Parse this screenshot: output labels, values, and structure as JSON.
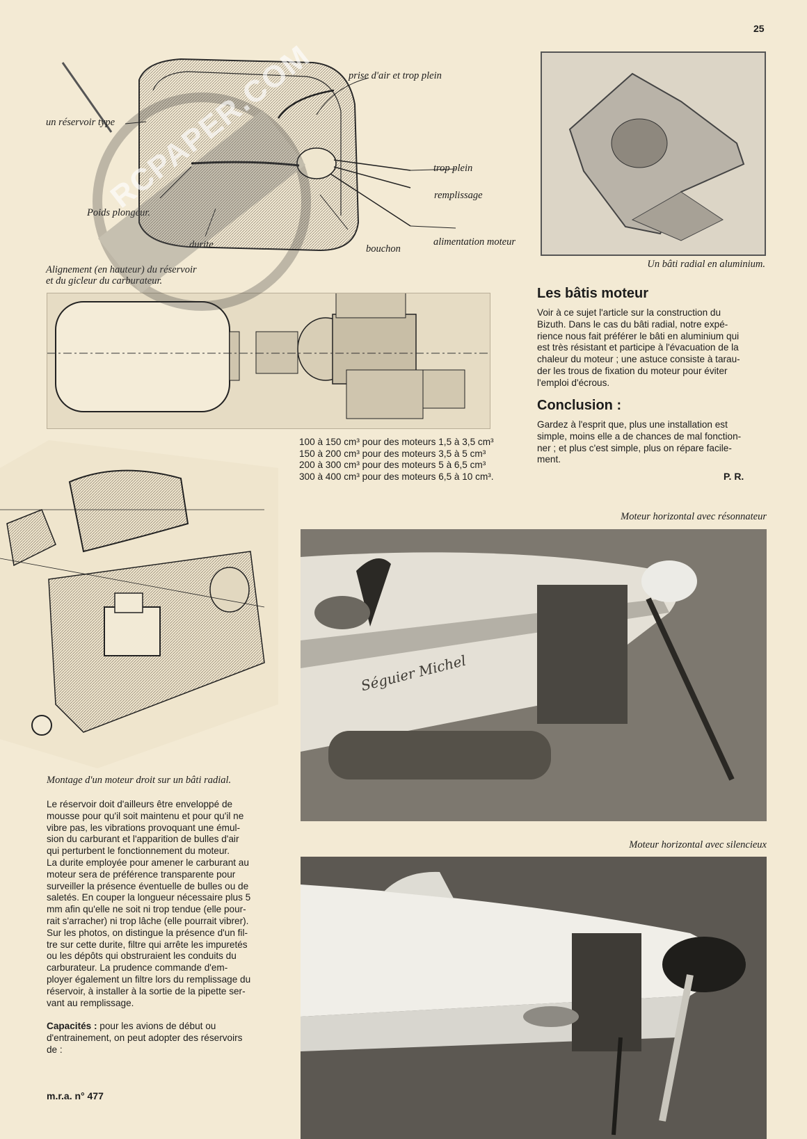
{
  "page": {
    "number": "25",
    "footer": "m.r.a. n° 477"
  },
  "tank_diagram": {
    "labels": {
      "reservoir_type": "un réservoir type",
      "air_intake": "prise d'air et trop plein",
      "overflow": "trop plein",
      "filling": "remplissage",
      "plunger_weight": "Poids plongeur.",
      "hose": "durite",
      "cap": "bouchon",
      "engine_feed": "alimentation moteur"
    },
    "alignment_caption_line1": "Alignement (en hauteur) du réservoir",
    "alignment_caption_line2": "et du gicleur du carburateur."
  },
  "photo_mount": {
    "caption": "Un bâti radial en aluminium."
  },
  "section_mounts": {
    "title": "Les bâtis moteur",
    "lines": [
      "Voir à ce sujet l'article sur la construction du",
      "Bizuth. Dans le cas du bâti radial, notre expé-",
      "rience nous fait préférer le bâti en aluminium qui",
      "est très résistant et participe à l'évacuation de la",
      "chaleur du moteur ; une astuce consiste à tarau-",
      "der les trous de fixation du moteur pour éviter",
      "l'emploi d'écrous."
    ]
  },
  "section_conclusion": {
    "title": "Conclusion :",
    "lines": [
      "Gardez à l'esprit que, plus une installation est",
      "simple, moins elle a de chances de mal fonction-",
      "ner ; et plus c'est simple, plus on répare facile-",
      "ment."
    ],
    "signature": "P. R."
  },
  "capacities_list": [
    "100 à 150 cm³ pour des moteurs 1,5 à 3,5 cm³",
    "150 à 200 cm³ pour des moteurs 3,5 à 5 cm³",
    "200 à 300 cm³ pour des moteurs 5 à 6,5 cm³",
    "300 à 400 cm³ pour des moteurs 6,5 à 10 cm³."
  ],
  "radial_drawing": {
    "caption": "Montage d'un moteur droit sur un bâti radial."
  },
  "photo_resonator": {
    "caption": "Moteur horizontal avec résonnateur",
    "signature_text": "Séguier Michel"
  },
  "photo_silencer": {
    "caption": "Moteur horizontal avec silencieux"
  },
  "watermark": {
    "text": "RCPAPER.COM"
  },
  "body": {
    "lines": [
      "Le réservoir doit d'ailleurs être enveloppé de",
      "mousse pour qu'il soit maintenu et pour qu'il ne",
      "vibre pas, les vibrations provoquant une émul-",
      "sion du carburant et l'apparition de bulles d'air",
      "qui perturbent le fonctionnement du moteur.",
      "La durite employée pour amener le carburant au",
      "moteur sera de préférence transparente pour",
      "surveiller la présence éventuelle de bulles ou de",
      "saletés. En couper la longueur nécessaire plus 5",
      "mm afin qu'elle ne soit ni trop tendue (elle pour-",
      "rait s'arracher) ni trop lâche (elle pourrait vibrer).",
      "Sur les photos, on distingue la présence d'un fil-",
      "tre sur cette durite, filtre qui arrête les impuretés",
      "ou les dépôts qui obstruraient les conduits du",
      "carburateur. La prudence commande d'em-",
      "ployer également un filtre lors du remplissage du",
      "réservoir, à installer à la sortie de la pipette ser-",
      "vant au remplissage."
    ],
    "capacities_label": "Capacités :",
    "capacities_lines": [
      " pour les avions de début ou",
      "d'entrainement, on peut adopter des réservoirs",
      "de :"
    ]
  }
}
